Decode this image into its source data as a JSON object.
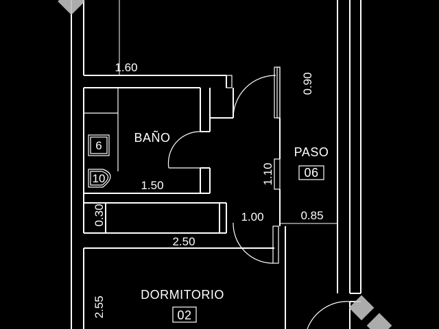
{
  "rooms": {
    "bano": {
      "name": "BAÑO"
    },
    "paso": {
      "name": "PASO",
      "number": "06"
    },
    "dormitorio": {
      "name": "DORMITORIO",
      "number": "02"
    }
  },
  "fixtures": {
    "shower_tag": "6",
    "toilet_tag": "10"
  },
  "dimensions": {
    "top_width": "1.60",
    "door_top": "0.90",
    "bano_width": "1.50",
    "paso_height": "1.10",
    "wall_gap": "0.30",
    "door_width": "1.00",
    "paso_width": "0.85",
    "dorm_width": "2.50",
    "dorm_height": "2.55"
  },
  "colors": {
    "background": "#000000",
    "lines": "#ffffff",
    "watermark": "#bfbfbf"
  },
  "icons": [
    "shower-icon",
    "toilet-icon",
    "watermark-diamond-icon"
  ]
}
